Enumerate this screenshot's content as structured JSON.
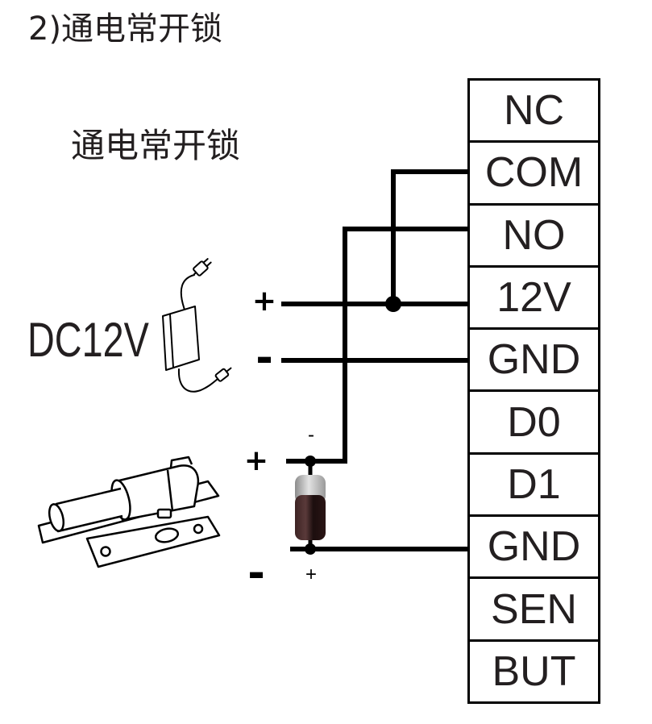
{
  "title": "2)通电常开锁",
  "subtitle": "通电常开锁",
  "power_supply": {
    "label": "DC12V",
    "positive_sign": "+",
    "negative_sign": "-",
    "icon": "power-adapter-icon"
  },
  "lock": {
    "positive_sign": "+",
    "negative_sign": "-",
    "icon": "electric-bolt-lock-icon"
  },
  "diode": {
    "top_sign": "-",
    "bottom_sign": "+",
    "icon": "diode-icon"
  },
  "terminal_block": {
    "terminals": [
      "NC",
      "COM",
      "NO",
      "12V",
      "GND",
      "D0",
      "D1",
      "GND",
      "SEN",
      "BUT"
    ]
  }
}
